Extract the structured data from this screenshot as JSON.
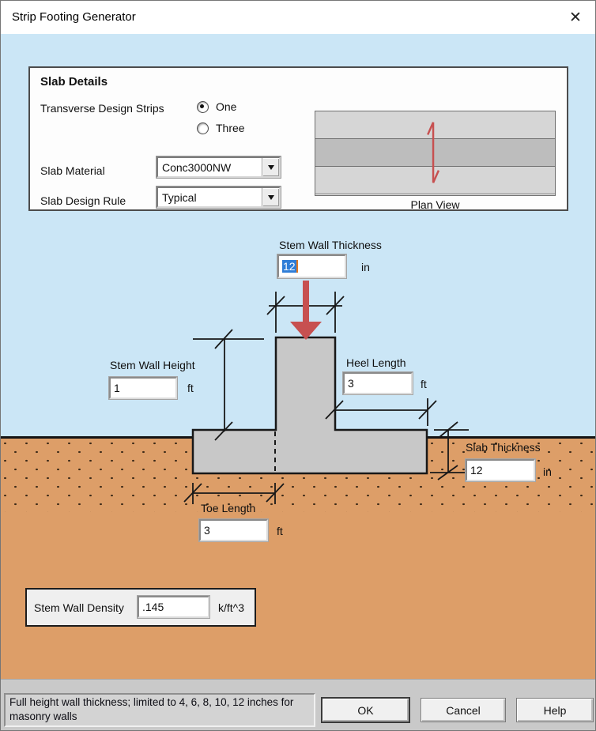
{
  "window": {
    "title": "Strip Footing Generator",
    "close_icon": "✕"
  },
  "slab_details": {
    "title": "Slab Details",
    "transverse_label": "Transverse Design Strips",
    "options": [
      {
        "label": "One",
        "selected": true
      },
      {
        "label": "Three",
        "selected": false
      }
    ],
    "slab_material_label": "Slab Material",
    "slab_material_value": "Conc3000NW",
    "slab_design_rule_label": "Slab Design Rule",
    "slab_design_rule_value": "Typical",
    "plan_view_caption": "Plan View"
  },
  "diagram": {
    "stem_wall_thickness": {
      "label": "Stem Wall Thickness",
      "value": "12",
      "unit": "in"
    },
    "stem_wall_height": {
      "label": "Stem Wall Height",
      "value": "1",
      "unit": "ft"
    },
    "heel_length": {
      "label": "Heel Length",
      "value": "3",
      "unit": "ft"
    },
    "slab_thickness": {
      "label": "Slab Thickness",
      "value": "12",
      "unit": "in"
    },
    "toe_length": {
      "label": "Toe Length",
      "value": "3",
      "unit": "ft"
    }
  },
  "stem_wall_density": {
    "label": "Stem Wall Density",
    "value": ".145",
    "unit": "k/ft^3"
  },
  "status_bar": {
    "message": "Full height wall thickness; limited to 4, 6, 8, 10, 12 inches for masonry walls"
  },
  "buttons": {
    "ok": "OK",
    "cancel": "Cancel",
    "help": "Help"
  },
  "colors": {
    "sky": "#cbe6f6",
    "soil": "#dd9e68",
    "concrete": "#c8c8c8",
    "arrow_red": "#c75050",
    "selection_blue": "#2e7dd7"
  }
}
